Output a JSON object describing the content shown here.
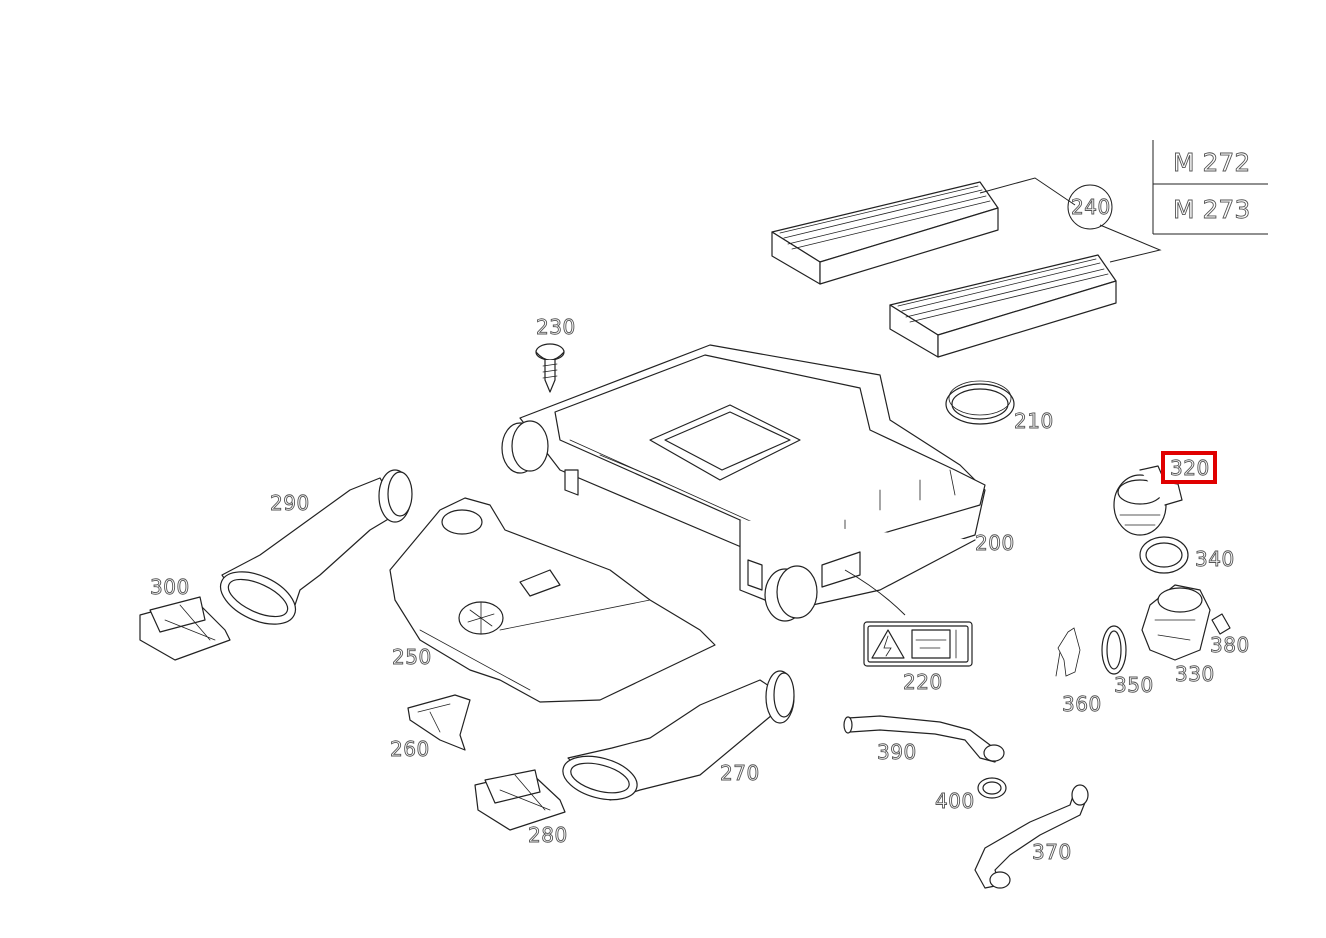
{
  "diagram": {
    "highlighted_part": "320",
    "highlight_color": "#e00000",
    "line_color": "#222222",
    "label_outline_color": "#555555",
    "model_table": [
      "M 272",
      "M 273"
    ],
    "parts": [
      {
        "id": "200",
        "label": "200",
        "name": "air-filter-housing"
      },
      {
        "id": "210",
        "label": "210",
        "name": "seal-ring"
      },
      {
        "id": "220",
        "label": "220",
        "name": "warning-label"
      },
      {
        "id": "230",
        "label": "230",
        "name": "screw"
      },
      {
        "id": "240",
        "label": "240",
        "name": "filter-element"
      },
      {
        "id": "250",
        "label": "250",
        "name": "engine-cover"
      },
      {
        "id": "260",
        "label": "260",
        "name": "bracket"
      },
      {
        "id": "270",
        "label": "270",
        "name": "intake-duct-lower"
      },
      {
        "id": "280",
        "label": "280",
        "name": "intake-scoop-lower"
      },
      {
        "id": "290",
        "label": "290",
        "name": "intake-duct-upper"
      },
      {
        "id": "300",
        "label": "300",
        "name": "intake-scoop-upper"
      },
      {
        "id": "320",
        "label": "320",
        "name": "air-mass-sensor"
      },
      {
        "id": "330",
        "label": "330",
        "name": "throttle-housing"
      },
      {
        "id": "340",
        "label": "340",
        "name": "clamp-ring"
      },
      {
        "id": "350",
        "label": "350",
        "name": "o-ring"
      },
      {
        "id": "360",
        "label": "360",
        "name": "gasket"
      },
      {
        "id": "370",
        "label": "370",
        "name": "nipple"
      },
      {
        "id": "380",
        "label": "380",
        "name": "hose-lower"
      },
      {
        "id": "390",
        "label": "390",
        "name": "hose-upper"
      },
      {
        "id": "400",
        "label": "400",
        "name": "hose-clamp"
      }
    ]
  }
}
